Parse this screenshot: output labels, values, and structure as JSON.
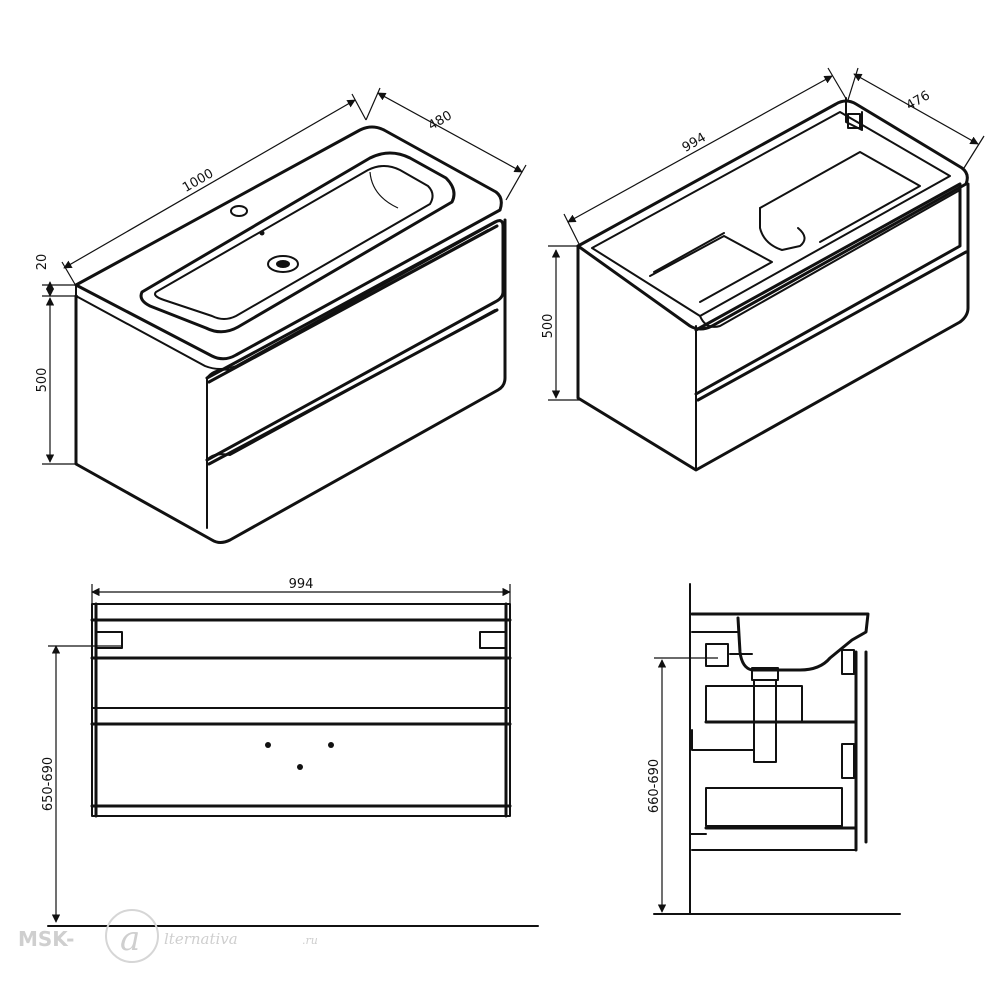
{
  "drawing": {
    "iso_front": {
      "width_label": "1000",
      "depth_label": "480",
      "top_thickness_label": "20",
      "height_label": "500"
    },
    "iso_open": {
      "width_label": "994",
      "depth_label": "476",
      "height_label": "500"
    },
    "front_view": {
      "width_label": "994",
      "mount_height_label": "650-690"
    },
    "side_view": {
      "mount_height_label": "660-690"
    }
  },
  "watermark": {
    "brand": "MSK-",
    "at_sign": "a",
    "suffix": "lternativa",
    "tld": ".ru"
  }
}
